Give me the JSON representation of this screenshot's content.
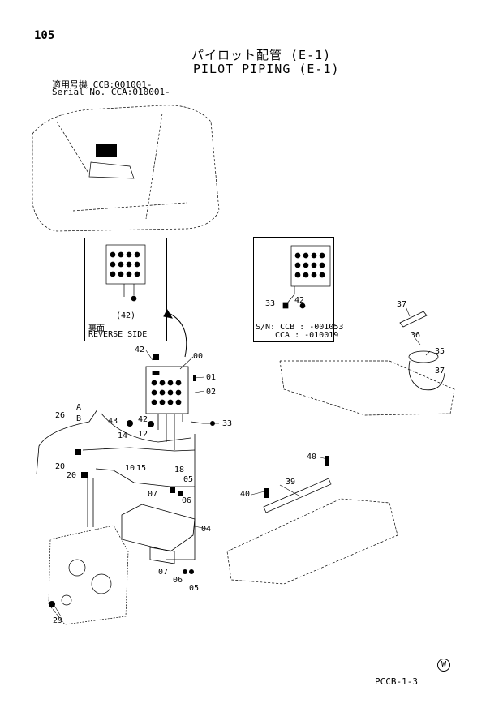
{
  "header": {
    "page_number": "105",
    "title_jp": "パイロット配管 (E-1)",
    "title_en": "PILOT PIPING (E-1)",
    "serial_jp": "適用号機  CCB:001001-",
    "serial_en": "Serial No. CCA:010001-"
  },
  "insets": {
    "left": {
      "callout": "(42)",
      "label_jp": "裏面",
      "label_en": "REVERSE SIDE"
    },
    "right": {
      "callout_33": "33",
      "callout_42": "42",
      "sn_line1": "S/N: CCB : -001053",
      "sn_line2": "CCA : -010019"
    }
  },
  "callouts": {
    "c00": "00",
    "c01": "01",
    "c02": "02",
    "c04": "04",
    "c05a": "05",
    "c05b": "05",
    "c06a": "06",
    "c06b": "06",
    "c07a": "07",
    "c07b": "07",
    "c10": "10",
    "c12": "12",
    "c14": "14",
    "c15": "15",
    "c18": "18",
    "c20a": "20",
    "c20b": "20",
    "c26": "26",
    "c29": "29",
    "c33": "33",
    "c35": "35",
    "c36": "36",
    "c37a": "37",
    "c37b": "37",
    "c39": "39",
    "c40a": "40",
    "c40b": "40",
    "c42": "42",
    "c42b": "42",
    "c43": "43",
    "cA": "A",
    "cB": "B"
  },
  "footer": {
    "code": "PCCB-1-3",
    "mark": "W"
  }
}
